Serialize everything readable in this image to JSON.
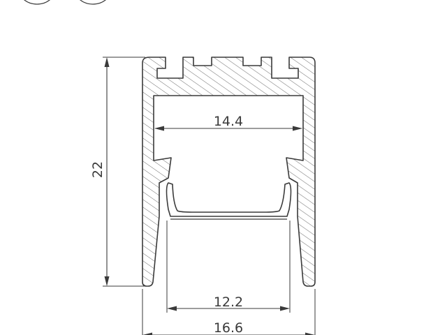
{
  "dimensions": {
    "height": "22",
    "inner_width": "14.4",
    "opening_width": "12.2",
    "outer_width": "16.6"
  },
  "colors": {
    "line": "#3a3a3a",
    "background": "#ffffff"
  }
}
